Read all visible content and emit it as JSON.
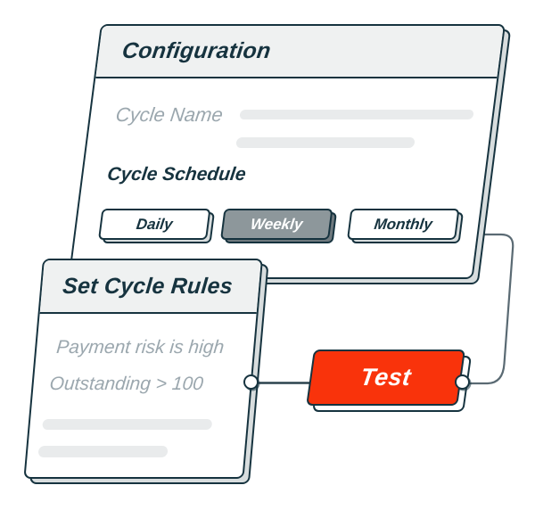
{
  "colors": {
    "outline": "#16333F",
    "header_bg": "#EFF1F1",
    "card_bg": "#FFFFFF",
    "depth_gray": "#D8DDDE",
    "muted_text": "#9BA7AE",
    "placeholder_bar": "#E9EBEC",
    "selected_btn_bg": "#8D979B",
    "selected_btn_depth": "#6F797E",
    "accent_red": "#F9330B",
    "test_depth": "#FFFFFF",
    "connector_gray": "#5A6A73",
    "connector_dark": "#2C434E"
  },
  "configuration_card": {
    "title": "Configuration",
    "field_label": "Cycle Name",
    "schedule_label": "Cycle Schedule",
    "schedule_options": [
      {
        "label": "Daily",
        "selected": false
      },
      {
        "label": "Weekly",
        "selected": true
      },
      {
        "label": "Monthly",
        "selected": false
      }
    ]
  },
  "rules_card": {
    "title": "Set Cycle Rules",
    "rules": [
      "Payment risk is high",
      "Outstanding > 100"
    ]
  },
  "test_node": {
    "label": "Test"
  }
}
